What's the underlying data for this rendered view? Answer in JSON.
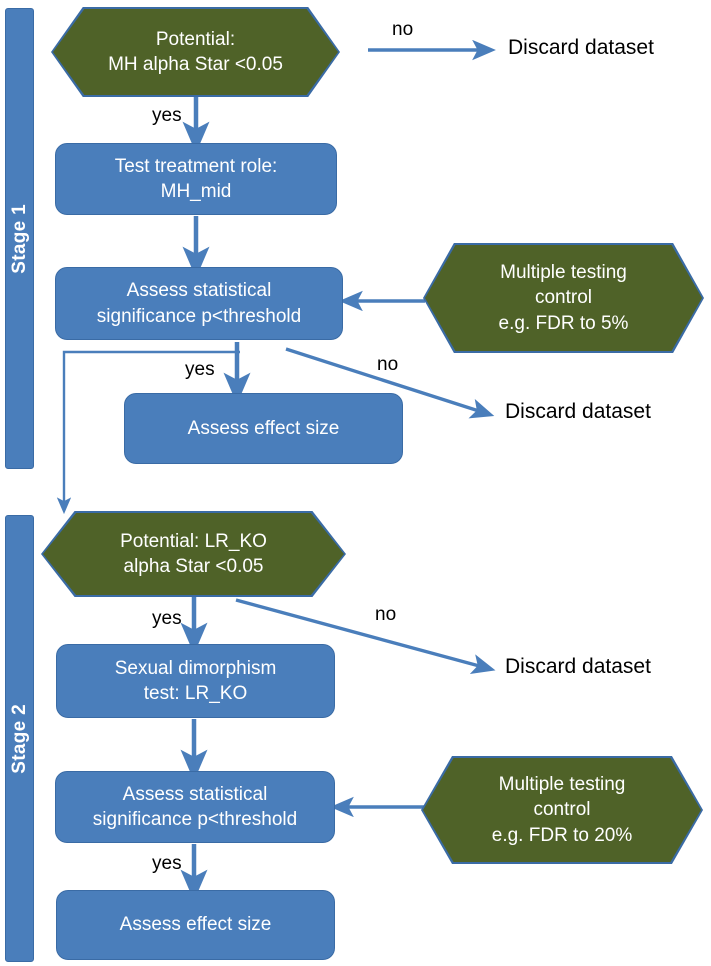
{
  "diagram": {
    "title": "Two-stage statistical analysis pipeline flowchart",
    "colors": {
      "box_fill": "#4a7ebb",
      "box_stroke": "#3a6ba5",
      "hex_fill": "#4f6228",
      "hex_stroke": "#3a6ba5",
      "arrow": "#4a7ebb",
      "text_on_fill": "#ffffff",
      "text_plain": "#000000",
      "background": "#ffffff"
    }
  },
  "stages": [
    {
      "id": "stage-1",
      "label": "Stage 1"
    },
    {
      "id": "stage-2",
      "label": "Stage 2"
    }
  ],
  "stage1": {
    "decision": {
      "line1": "Potential:",
      "line2": "MH alpha Star <0.05"
    },
    "test": {
      "line1": "Test treatment role:",
      "line2": "MH_mid"
    },
    "assess_sig": {
      "line1": "Assess statistical",
      "line2": "significance p<threshold"
    },
    "effect_size": {
      "line1": "Assess effect size"
    },
    "mtc": {
      "line1": "Multiple testing",
      "line2": "control",
      "line3": "e.g.  FDR to 5%"
    },
    "discard_top": "Discard dataset",
    "discard_mid": "Discard dataset",
    "edge_no_top": "no",
    "edge_yes_top": "yes",
    "edge_no_sig": "no",
    "edge_yes_sig": "yes"
  },
  "stage2": {
    "decision": {
      "line1": "Potential: LR_KO",
      "line2": "alpha Star <0.05"
    },
    "test": {
      "line1": "Sexual dimorphism",
      "line2": "test:  LR_KO"
    },
    "assess_sig": {
      "line1": "Assess statistical",
      "line2": "significance p<threshold"
    },
    "effect_size": {
      "line1": "Assess effect size"
    },
    "mtc": {
      "line1": "Multiple testing",
      "line2": "control",
      "line3": "e.g.  FDR to 20%"
    },
    "discard": "Discard dataset",
    "edge_no": "no",
    "edge_yes_decision": "yes",
    "edge_yes_sig": "yes"
  }
}
